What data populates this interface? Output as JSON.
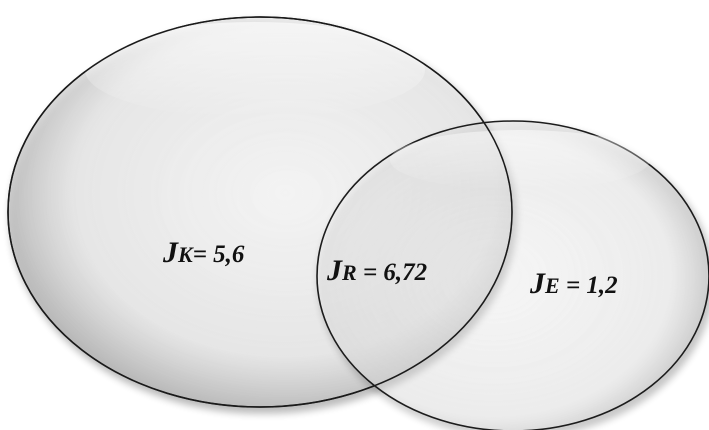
{
  "diagram": {
    "sets": [
      {
        "id": "k",
        "symbol": "J",
        "subscript": "K",
        "value_text": "= 5,6"
      },
      {
        "id": "r",
        "symbol": "J",
        "subscript": "R",
        "value_text": " = 6,72"
      },
      {
        "id": "e",
        "symbol": "J",
        "subscript": "E",
        "value_text": " = 1,2"
      }
    ],
    "colors": {
      "outline": "#1a1a1a",
      "fill_light": "#ffffff",
      "fill_shade": "#cfcfcf",
      "text": "#111111"
    }
  }
}
